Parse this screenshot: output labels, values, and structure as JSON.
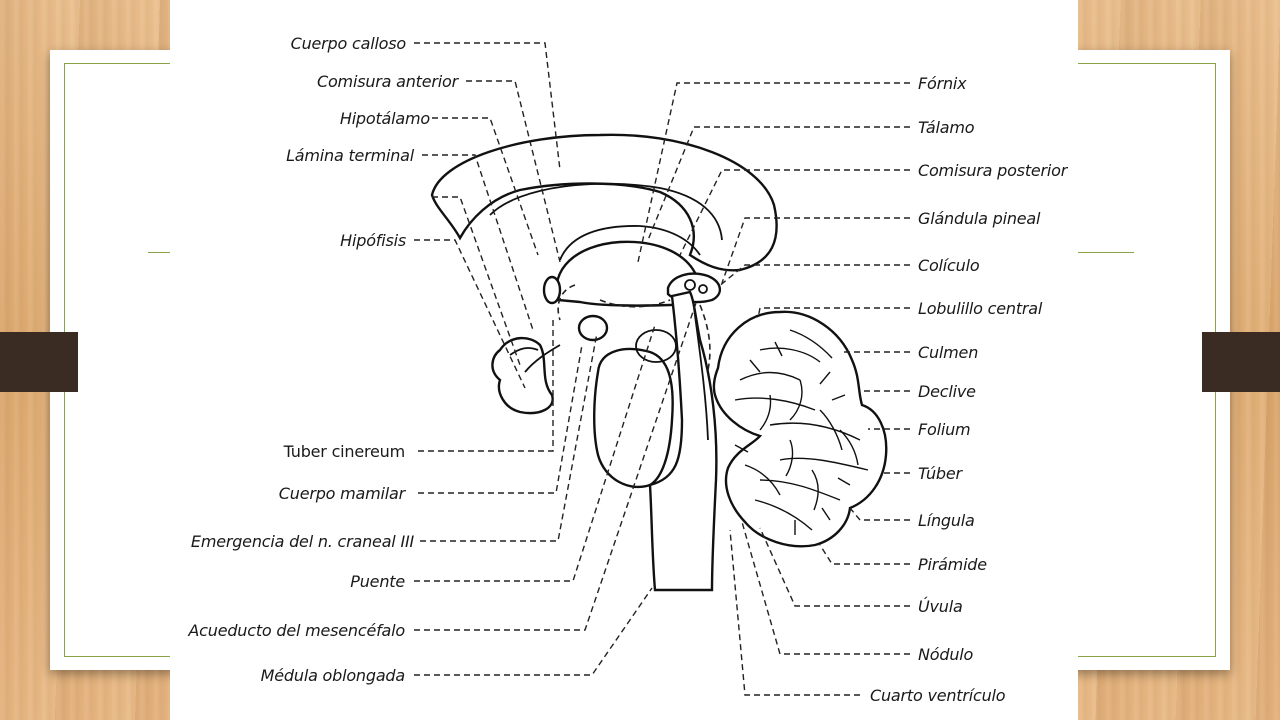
{
  "labels_left": [
    {
      "id": "cuerpo-calloso",
      "text": "Cuerpo calloso"
    },
    {
      "id": "comisura-anterior",
      "text": "Comisura anterior"
    },
    {
      "id": "hipotalamo",
      "text": "Hipotálamo"
    },
    {
      "id": "lamina-terminal",
      "text": "Lámina terminal"
    },
    {
      "id": "hipofisis",
      "text": "Hipófisis"
    },
    {
      "id": "tuber-cinereum",
      "text": "Tuber cinereum"
    },
    {
      "id": "cuerpo-mamilar",
      "text": "Cuerpo mamilar"
    },
    {
      "id": "emergencia-n-craneal-iii",
      "text": "Emergencia del n. craneal III"
    },
    {
      "id": "puente",
      "text": "Puente"
    },
    {
      "id": "acueducto-mesencefalo",
      "text": "Acueducto del mesencéfalo"
    },
    {
      "id": "medula-oblongada",
      "text": "Médula oblongada"
    }
  ],
  "labels_right": [
    {
      "id": "fornix",
      "text": "Fórnix"
    },
    {
      "id": "talamo",
      "text": "Tálamo"
    },
    {
      "id": "comisura-posterior",
      "text": "Comisura posterior"
    },
    {
      "id": "glandula-pineal",
      "text": "Glándula pineal"
    },
    {
      "id": "coliculo",
      "text": "Colículo"
    },
    {
      "id": "lobulillo-central",
      "text": "Lobulillo central"
    },
    {
      "id": "culmen",
      "text": "Culmen"
    },
    {
      "id": "declive",
      "text": "Declive"
    },
    {
      "id": "folium",
      "text": "Folium"
    },
    {
      "id": "tuber",
      "text": "Túber"
    },
    {
      "id": "lingula",
      "text": "Língula"
    },
    {
      "id": "piramide",
      "text": "Pirámide"
    },
    {
      "id": "uvula",
      "text": "Úvula"
    },
    {
      "id": "nodulo",
      "text": "Nódulo"
    },
    {
      "id": "cuarto-ventriculo",
      "text": "Cuarto ventrículo"
    }
  ],
  "colors": {
    "frame_accent": "#8aa34a",
    "side_bar": "#3a2c22",
    "wood": "#e2b07b"
  }
}
